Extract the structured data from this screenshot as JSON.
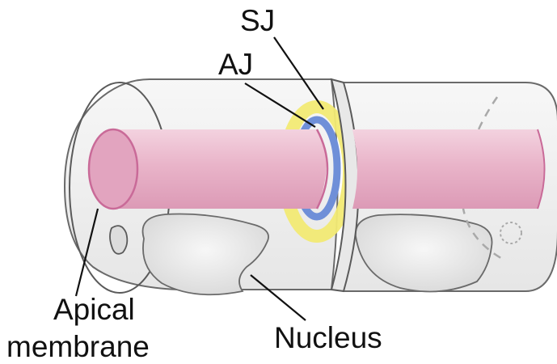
{
  "labels": {
    "sj": "SJ",
    "aj": "AJ",
    "apical_line1": "Apical",
    "apical_line2": "membrane",
    "nucleus": "Nucleus"
  },
  "colors": {
    "cell_fill": "#efefef",
    "cell_outline": "#5a5a5a",
    "lumen_pink": "#e8b0c6",
    "lumen_edge": "#c96a98",
    "adherens_junction": "#6f8fd8",
    "septate_junction": "#f4ec78",
    "nucleus_fill": "#e0e0e0",
    "leader_line": "#111111"
  }
}
